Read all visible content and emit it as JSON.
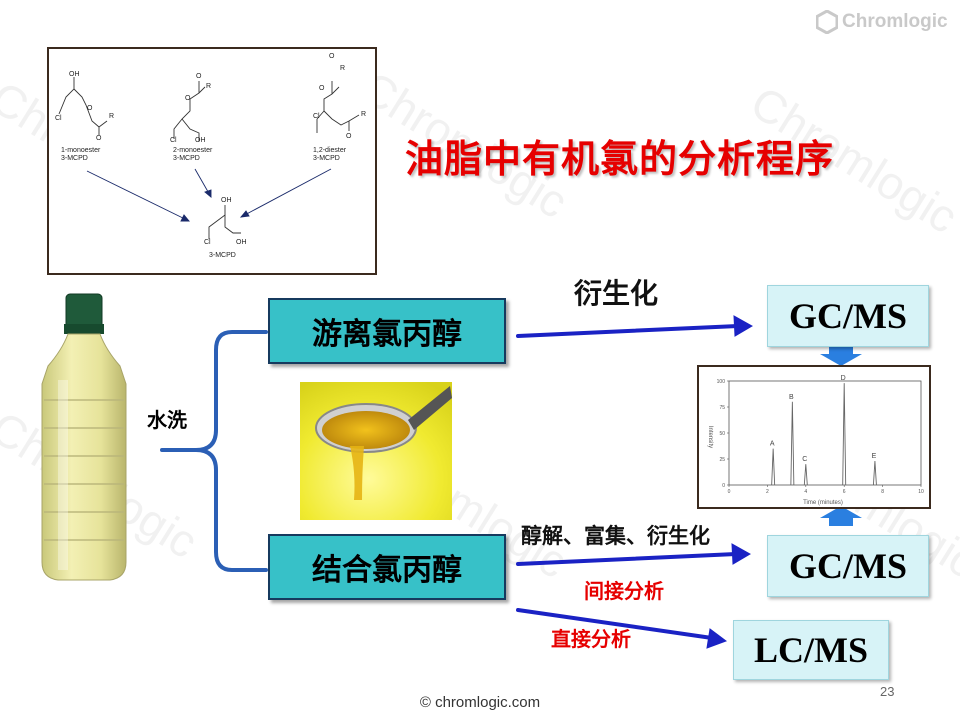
{
  "logo": {
    "text": "Chromlogic"
  },
  "watermark": {
    "text": "Chromlogic"
  },
  "title": "油脂中有机氯的分析程序",
  "structures": {
    "mol1_oh": "OH",
    "mol1_cl": "Cl",
    "mol1_o": "O",
    "mol1_r": "R",
    "mol1_name": "1-monoester",
    "mol1_sub": "3-MCPD",
    "mol2_o": "O",
    "mol2_r": "R",
    "mol2_cl": "Cl",
    "mol2_oh": "OH",
    "mol2_name": "2-monoester",
    "mol2_sub": "3-MCPD",
    "mol3_o": "O",
    "mol3_r1": "R",
    "mol3_cl": "Cl",
    "mol3_r2": "R",
    "mol3_name": "1,2-diester",
    "mol3_sub": "3-MCPD",
    "prod_oh1": "OH",
    "prod_cl": "Cl",
    "prod_oh2": "OH",
    "prod_name": "3-MCPD"
  },
  "left_label": "水洗",
  "free_box": "游离氯丙醇",
  "bound_box": "结合氯丙醇",
  "derivatize_label": "衍生化",
  "bound_steps_label": "醇解、富集、衍生化",
  "indirect_label": "间接分析",
  "direct_label": "直接分析",
  "gcms_top": "GC/MS",
  "gcms_bottom": "GC/MS",
  "lcms": "LC/MS",
  "chromatogram": {
    "ylabel": "Intensity",
    "xlabel": "Time (minutes)",
    "yticks": [
      "100",
      "75",
      "50",
      "25",
      "0"
    ],
    "xticks": [
      "0",
      "2",
      "4",
      "6",
      "8",
      "10"
    ],
    "peaks": [
      {
        "label": "A",
        "time": 2.3,
        "height": 35
      },
      {
        "label": "B",
        "time": 3.3,
        "height": 80
      },
      {
        "label": "C",
        "time": 4.0,
        "height": 20
      },
      {
        "label": "D",
        "time": 6.0,
        "height": 98
      },
      {
        "label": "E",
        "time": 7.6,
        "height": 23
      }
    ]
  },
  "footer": "© chromlogic.com",
  "page_number": "23",
  "colors": {
    "title": "#e60000",
    "box_fill": "#37c1c8",
    "arrow": "#1a22c4",
    "gc_fill": "#d7f3f7",
    "red_text": "#e60000"
  }
}
